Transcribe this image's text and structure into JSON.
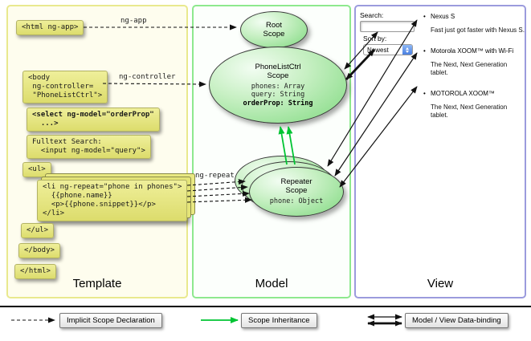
{
  "columns": {
    "template": "Template",
    "model": "Model",
    "view": "View"
  },
  "template_code": {
    "html_open": "<html ng-app>",
    "body_open": "<body\n ng-controller=\n \"PhoneListCtrl\">",
    "select_model": "<select ng-model=\"orderProp\"\n  ...>",
    "fulltext_search": "Fulltext Search:\n  <input ng-model=\"query\">",
    "ul_open": "<ul>",
    "li_repeat": "<li ng-repeat=\"phone in phones\">\n  {{phone.name}}\n  <p>{{phone.snippet}}</p>\n</li>",
    "ul_close": "</ul>",
    "body_close": "</body>",
    "html_close": "</html>"
  },
  "arrow_labels": {
    "ng_app": "ng-app",
    "ng_controller": "ng-controller",
    "ng_repeat": "ng-repeat"
  },
  "model_scopes": {
    "root": {
      "title": "Root\nScope"
    },
    "phone_list": {
      "title": "PhoneListCtrl\nScope",
      "props": "phones: Array\nquery: String",
      "bold_prop": "orderProp: String"
    },
    "repeater": {
      "title": "Repeater\nScope",
      "prop": "phone: Object"
    }
  },
  "view": {
    "search_label": "Search:",
    "sort_label": "Sort by:",
    "sort_value": "Newest",
    "phones": [
      {
        "name": "Nexus S",
        "snippet": "Fast just got faster with Nexus S."
      },
      {
        "name": "Motorola XOOM™ with Wi-Fi",
        "snippet": "The Next, Next Generation tablet."
      },
      {
        "name": "MOTOROLA XOOM™",
        "snippet": "The Next, Next Generation tablet."
      }
    ]
  },
  "legend": {
    "implicit": "Implicit Scope Declaration",
    "inheritance": "Scope Inheritance",
    "binding": "Model / View Data-binding"
  },
  "colors": {
    "code_box_bg": "#e5e57c",
    "template_border": "#e9e98e",
    "model_border": "#8ee98e",
    "view_border": "#9b9bdd",
    "scope_fill": "#8fdf8f",
    "inheritance_arrow": "#00c433",
    "binding_arrow": "#111111"
  }
}
